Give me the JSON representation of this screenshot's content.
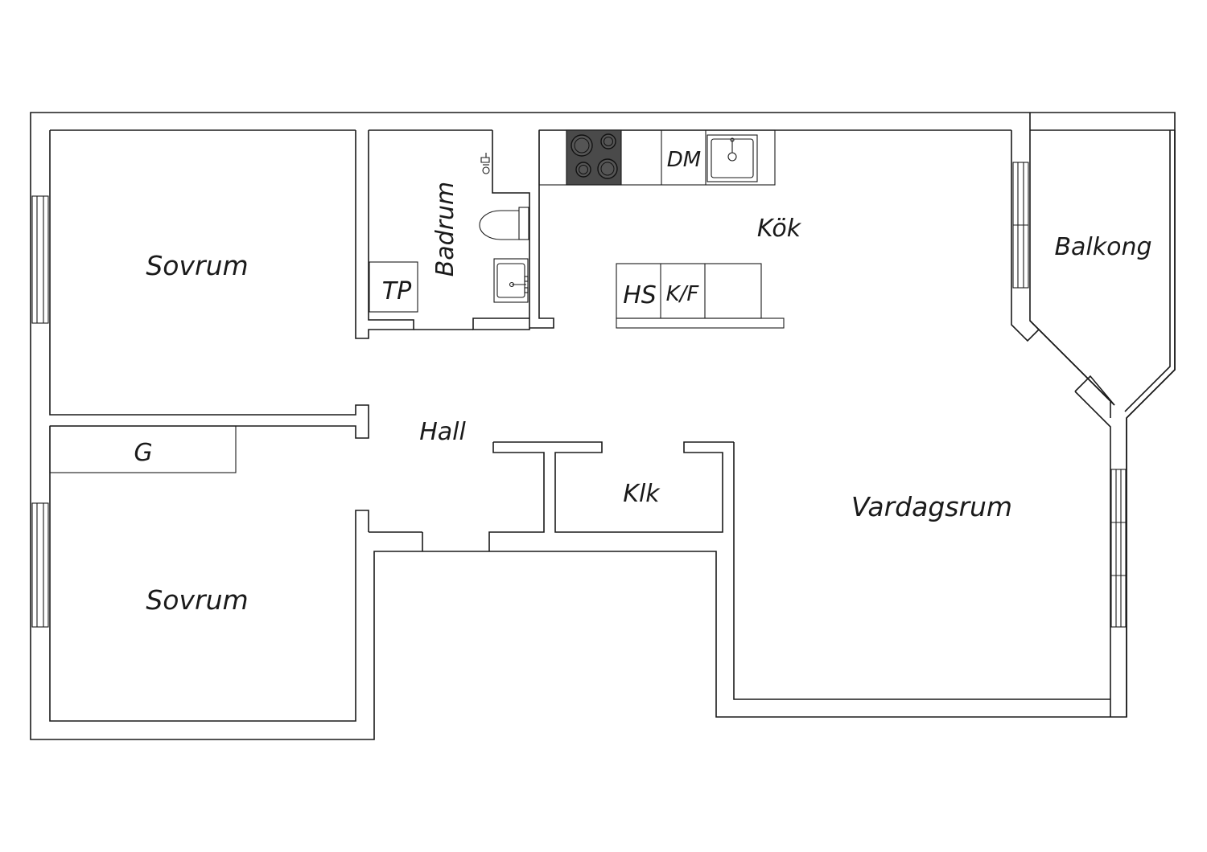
{
  "rooms": {
    "sovrum_top": "Sovrum",
    "badrum": "Badrum",
    "tp": "TP",
    "dm": "DM",
    "kok": "Kök",
    "hs": "HS",
    "kf": "K/F",
    "balkong": "Balkong",
    "hall": "Hall",
    "g": "G",
    "klk": "Klk",
    "vardagsrum": "Vardagsrum",
    "sovrum_bottom": "Sovrum"
  },
  "colors": {
    "wall_line": "#1a1a1a",
    "stove": "#4a4a4a",
    "background": "#ffffff"
  }
}
